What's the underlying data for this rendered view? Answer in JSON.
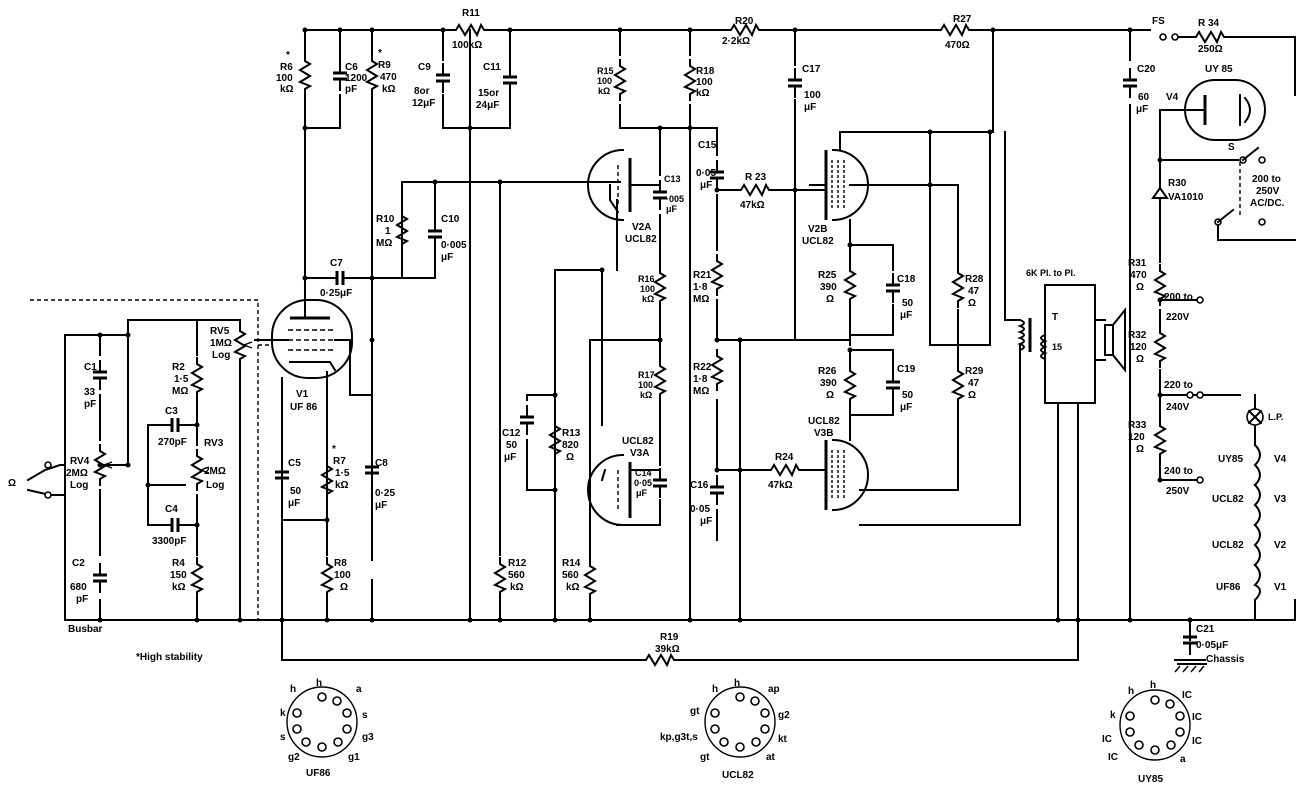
{
  "components": {
    "r6": {
      "ref": "R6",
      "star": "*",
      "value": "100",
      "unit": "kΩ"
    },
    "c6": {
      "ref": "C6",
      "value": "1200",
      "unit": "pF"
    },
    "r9": {
      "ref": "R9",
      "star": "*",
      "value": "470",
      "unit": "kΩ"
    },
    "c9": {
      "ref": "C9",
      "value": "8or",
      "unit": "12μF"
    },
    "r11": {
      "ref": "R11",
      "value": "100kΩ"
    },
    "c11": {
      "ref": "C11",
      "value": "15or",
      "unit": "24μF"
    },
    "r15": {
      "ref": "R15",
      "value": "100",
      "unit": "kΩ"
    },
    "r18": {
      "ref": "R18",
      "value": "100",
      "unit": "kΩ"
    },
    "r20": {
      "ref": "R20",
      "value": "2·2kΩ"
    },
    "c17": {
      "ref": "C17",
      "value": "100",
      "unit": "μF"
    },
    "r27": {
      "ref": "R27",
      "value": "470Ω"
    },
    "fs": {
      "ref": "FS"
    },
    "r34": {
      "ref": "R 34",
      "value": "250Ω"
    },
    "c20": {
      "ref": "C20",
      "value": "60",
      "unit": "μF"
    },
    "r10": {
      "ref": "R10",
      "value": "1",
      "unit": "MΩ"
    },
    "c10": {
      "ref": "C10",
      "value": "0·005",
      "unit": "μF"
    },
    "c15": {
      "ref": "C15",
      "value": "0·05",
      "unit": "μF"
    },
    "c13": {
      "ref": "C13",
      "value": "·005",
      "unit": "μF"
    },
    "r23": {
      "ref": "R 23",
      "value": "47kΩ"
    },
    "c7": {
      "ref": "C7",
      "value": "0·25μF"
    },
    "r16": {
      "ref": "R16",
      "value": "100",
      "unit": "kΩ"
    },
    "r21": {
      "ref": "R21",
      "value": "1·8",
      "unit": "MΩ"
    },
    "r25": {
      "ref": "R25",
      "value": "390",
      "unit": "Ω"
    },
    "c18": {
      "ref": "C18",
      "value": "50",
      "unit": "μF"
    },
    "r28": {
      "ref": "R28",
      "value": "47",
      "unit": "Ω"
    },
    "rv5": {
      "ref": "RV5",
      "value": "1MΩ",
      "unit": "Log"
    },
    "c1": {
      "ref": "C1",
      "value": "33",
      "unit": "pF"
    },
    "r2": {
      "ref": "R2",
      "value": "1·5",
      "unit": "MΩ"
    },
    "c3": {
      "ref": "C3",
      "value": "270pF"
    },
    "rv3": {
      "ref": "RV3",
      "value": "2MΩ",
      "unit": "Log"
    },
    "rv4": {
      "ref": "RV4",
      "value": "2MΩ",
      "unit": "Log"
    },
    "c4": {
      "ref": "C4",
      "value": "3300pF"
    },
    "r4": {
      "ref": "R4",
      "value": "150",
      "unit": "kΩ"
    },
    "c2": {
      "ref": "C2",
      "value": "680",
      "unit": "pF"
    },
    "c5": {
      "ref": "C5",
      "value": "50",
      "unit": "μF"
    },
    "r7": {
      "ref": "R7",
      "star": "*",
      "value": "1·5",
      "unit": "kΩ"
    },
    "r8": {
      "ref": "R8",
      "value": "100",
      "unit": "Ω"
    },
    "c8": {
      "ref": "C8",
      "value": "0·25",
      "unit": "μF"
    },
    "r17": {
      "ref": "R17",
      "value": "100",
      "unit": "kΩ"
    },
    "r22": {
      "ref": "R22",
      "value": "1·8",
      "unit": "MΩ"
    },
    "r26": {
      "ref": "R26",
      "value": "390",
      "unit": "Ω"
    },
    "c19": {
      "ref": "C19",
      "value": "50",
      "unit": "μF"
    },
    "r29": {
      "ref": "R29",
      "value": "47",
      "unit": "Ω"
    },
    "c12": {
      "ref": "C12",
      "value": "50",
      "unit": "μF"
    },
    "r13": {
      "ref": "R13",
      "value": "820",
      "unit": "Ω"
    },
    "c14": {
      "ref": "C14",
      "value": "0·05",
      "unit": "μF"
    },
    "c16": {
      "ref": "C16",
      "value": "0·05",
      "unit": "μF"
    },
    "r24": {
      "ref": "R24",
      "value": "47kΩ"
    },
    "r12": {
      "ref": "R12",
      "value": "560",
      "unit": "kΩ"
    },
    "r14": {
      "ref": "R14",
      "value": "560",
      "unit": "kΩ"
    },
    "r19": {
      "ref": "R19",
      "value": "39kΩ"
    },
    "r30": {
      "ref": "R30",
      "value": "VA1010"
    },
    "r31": {
      "ref": "R31",
      "value": "470",
      "unit": "Ω"
    },
    "r32": {
      "ref": "R32",
      "value": "120",
      "unit": "Ω"
    },
    "r33": {
      "ref": "R33",
      "value": "120",
      "unit": "Ω"
    },
    "c21": {
      "ref": "C21",
      "value": "0·05μF",
      "unit": "Chassis"
    }
  },
  "valves": {
    "v1": {
      "ref": "V1",
      "type": "UF 86"
    },
    "v2a": {
      "ref": "V2A",
      "type": "UCL82"
    },
    "v2b": {
      "ref": "V2B",
      "type": "UCL82"
    },
    "v3a": {
      "ref": "V3A",
      "type": "UCL82"
    },
    "v3b": {
      "ref": "V3B",
      "type": "UCL82"
    },
    "v4": {
      "ref": "V4",
      "type": "UY 85"
    }
  },
  "labels": {
    "transformer": "6K Pl. to Pl.",
    "transformer_ref": "T",
    "transformer_ratio": "15",
    "input": "Ω",
    "busbar": "Busbar",
    "high_stability": "*High stability",
    "mains_switch": "S",
    "mains_1": "200 to",
    "mains_2": "250V",
    "mains_3": "AC/DC.",
    "tap1a": "200 to",
    "tap1b": "220V",
    "tap2a": "220 to",
    "tap2b": "240V",
    "tap3a": "240 to",
    "tap3b": "250V",
    "lp": "L.P.",
    "chain_v4": "UY85",
    "chain_v4r": "V4",
    "chain_v3": "UCL82",
    "chain_v3r": "V3",
    "chain_v2": "UCL82",
    "chain_v2r": "V2",
    "chain_v1": "UF86",
    "chain_v1r": "V1"
  },
  "bases": {
    "uf86": {
      "name": "UF86",
      "pins": [
        "h",
        "h",
        "a",
        "s",
        "g3",
        "g1",
        "g2",
        "s",
        "k"
      ]
    },
    "ucl82": {
      "name": "UCL82",
      "pins": [
        "h",
        "h",
        "ap",
        "g2",
        "kt",
        "at",
        "gt",
        "kp,g3t,s",
        "gt"
      ]
    },
    "uy85": {
      "name": "UY85",
      "pins": [
        "h",
        "h",
        "IC",
        "IC",
        "IC",
        "a",
        "IC",
        "IC",
        "k"
      ]
    }
  }
}
